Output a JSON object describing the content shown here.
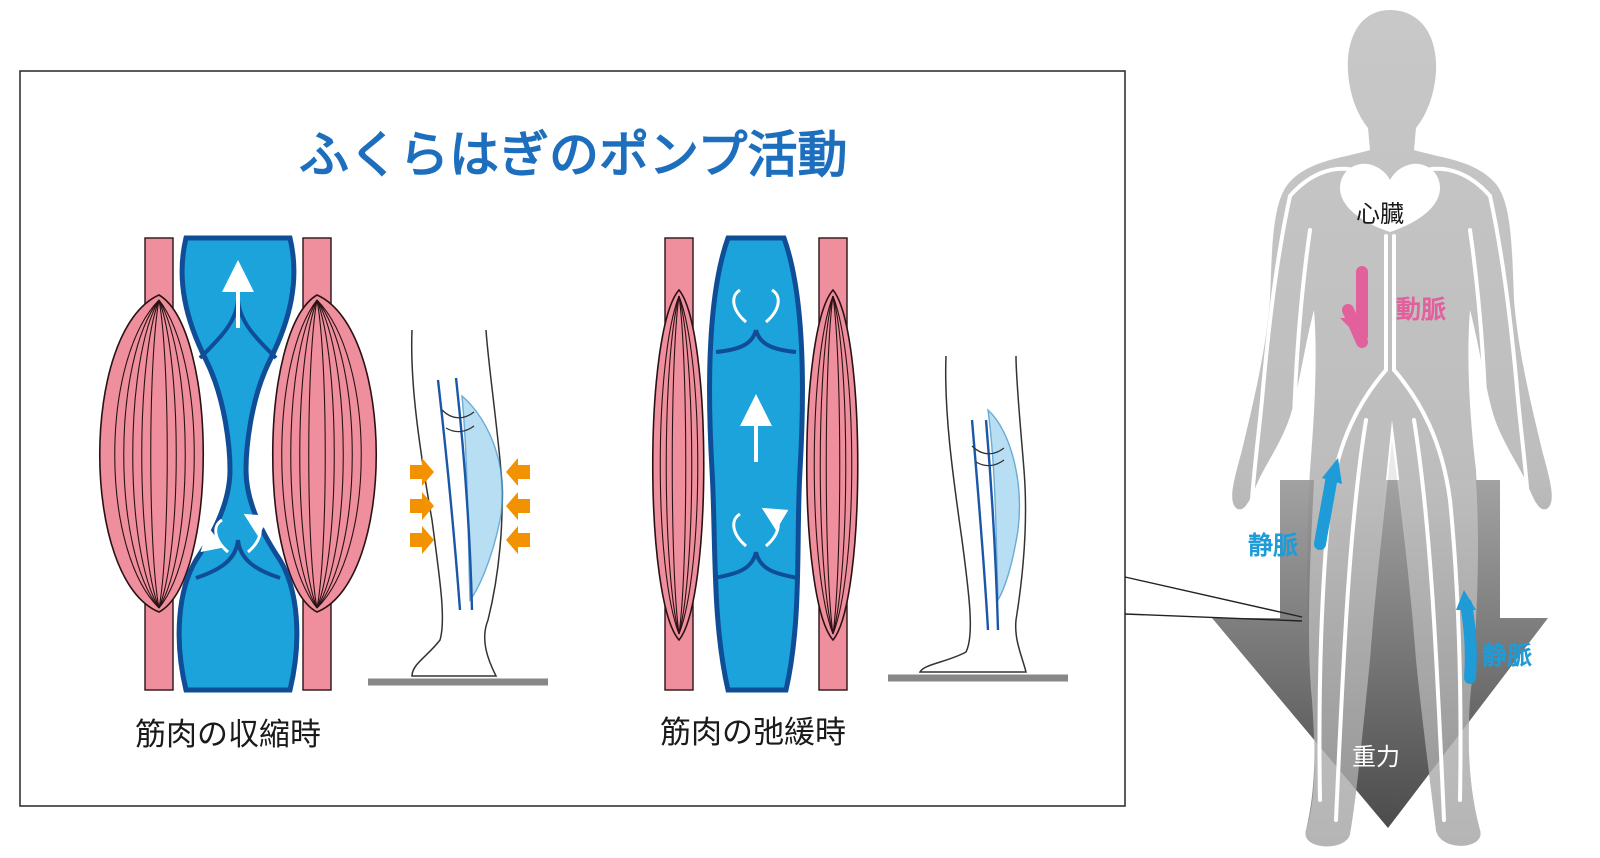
{
  "title": "ふくらはぎのポンプ活動",
  "captions": {
    "contraction": "筋肉の収縮時",
    "relaxation": "筋肉の弛緩時"
  },
  "body_labels": {
    "heart": "心臓",
    "artery": "動脈",
    "vein_left": "静脈",
    "vein_right": "静脈",
    "gravity": "重力"
  },
  "colors": {
    "title_blue": "#1d6fbd",
    "vein_blue": "#1ca3dc",
    "vein_dark": "#0f4d96",
    "muscle_pink": "#ef8f9d",
    "muscle_line": "#2a1214",
    "pressure_orange": "#f39200",
    "artery_pink": "#e2609c",
    "vein_arrow_blue": "#1f9bd8",
    "body_gray": "#c4c4c4",
    "ground_gray": "#878787"
  }
}
